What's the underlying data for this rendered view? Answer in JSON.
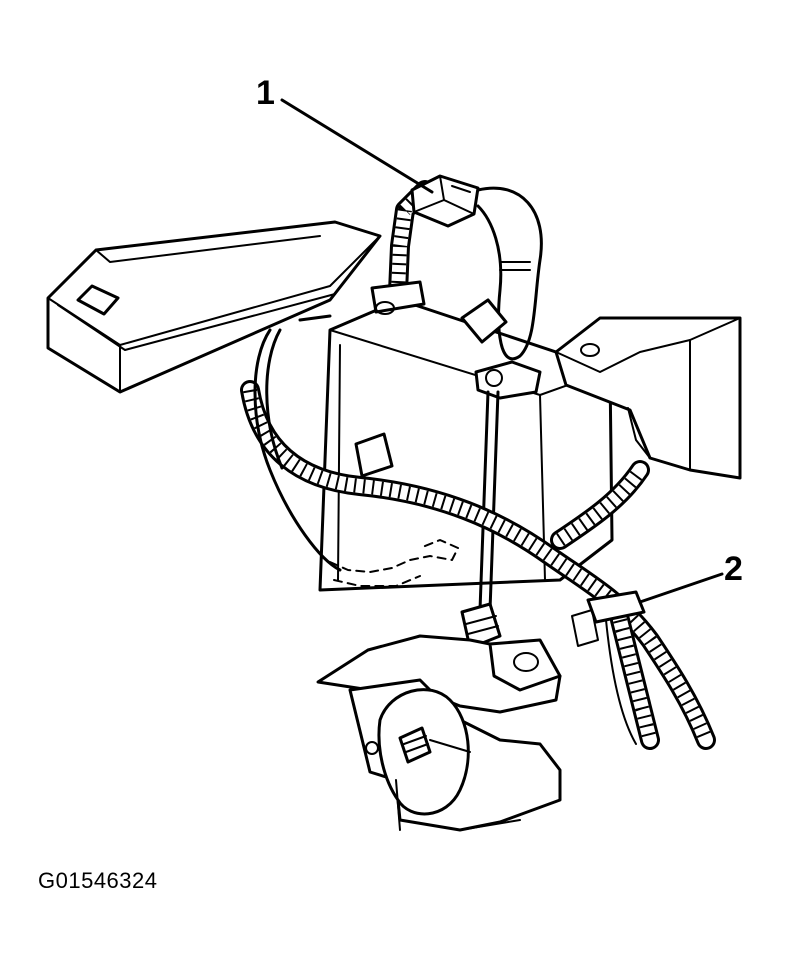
{
  "callouts": [
    {
      "label": "1"
    },
    {
      "label": "2"
    }
  ],
  "figure_id": "G01546324",
  "colors": {
    "line": "#000000",
    "background": "#ffffff"
  }
}
